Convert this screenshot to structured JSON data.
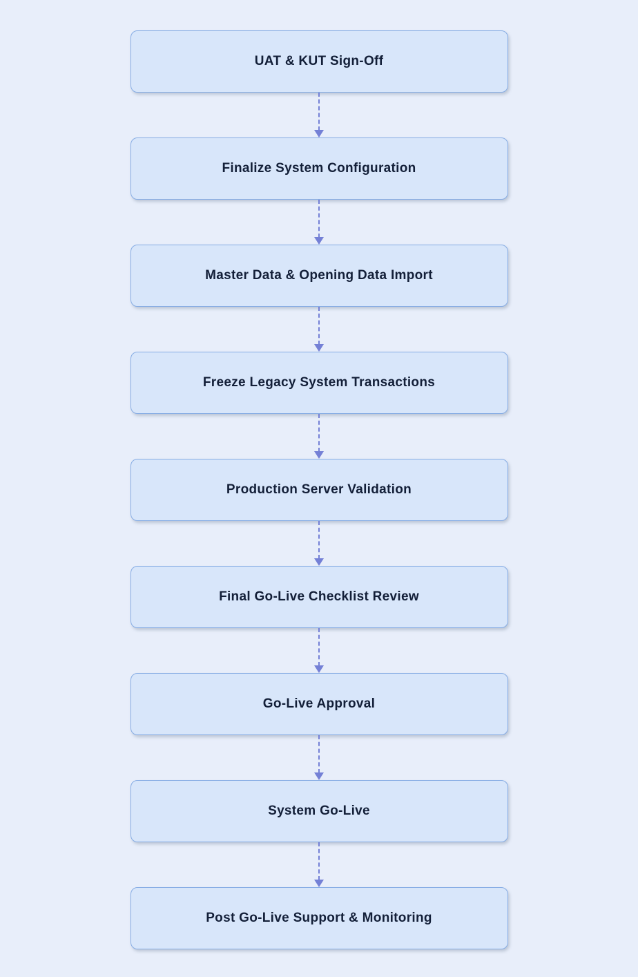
{
  "flowchart": {
    "title": "",
    "steps": [
      {
        "label": "UAT & KUT Sign-Off"
      },
      {
        "label": "Finalize System Configuration"
      },
      {
        "label": "Master Data & Opening Data Import"
      },
      {
        "label": "Freeze Legacy System Transactions"
      },
      {
        "label": "Production Server Validation"
      },
      {
        "label": "Final Go-Live Checklist Review"
      },
      {
        "label": "Go-Live Approval"
      },
      {
        "label": "System Go-Live"
      },
      {
        "label": "Post Go-Live Support & Monitoring"
      }
    ],
    "colors": {
      "background": "#e8eefa",
      "node_fill": "#d8e6fa",
      "node_border": "#86ace4",
      "text": "#131f38",
      "arrow": "#7480d6"
    }
  }
}
